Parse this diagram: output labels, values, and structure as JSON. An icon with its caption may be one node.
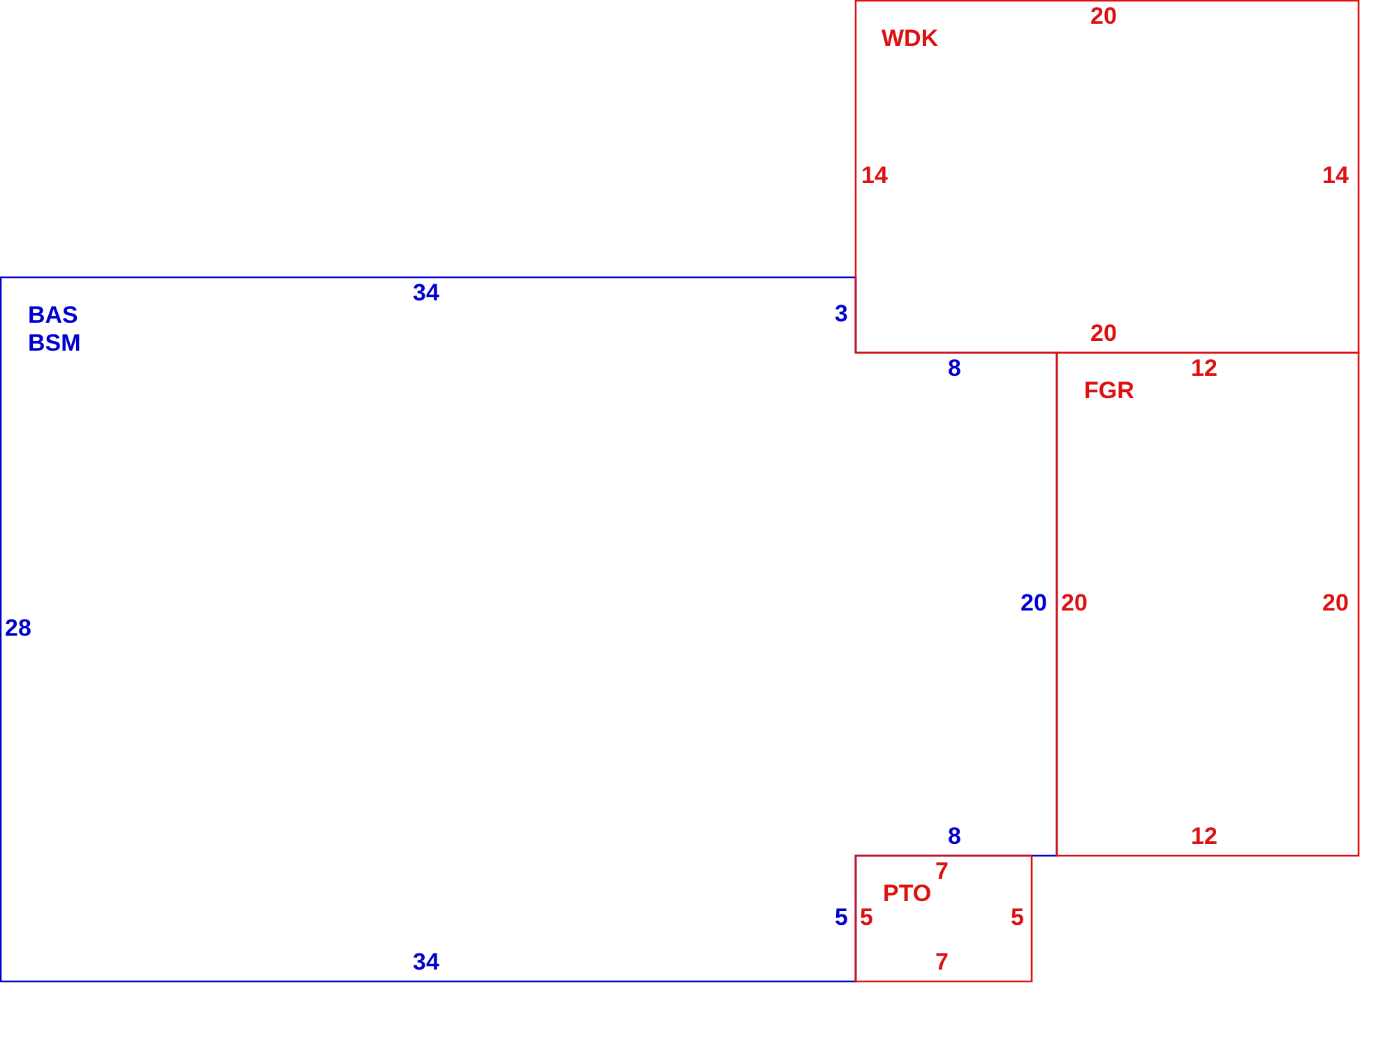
{
  "diagram": {
    "nodes": [
      {
        "text": [
          "BAS",
          "BSM",
          "34",
          "3",
          "8",
          "20",
          "8",
          "5",
          "34",
          "28"
        ]
      },
      {
        "text": [
          "WDK",
          "20",
          "14",
          "14",
          "20"
        ]
      },
      {
        "text": [
          "FGR",
          "12",
          "20",
          "20",
          "12"
        ]
      },
      {
        "text": [
          "PTO",
          "7",
          "5",
          "5",
          "7"
        ]
      }
    ]
  }
}
